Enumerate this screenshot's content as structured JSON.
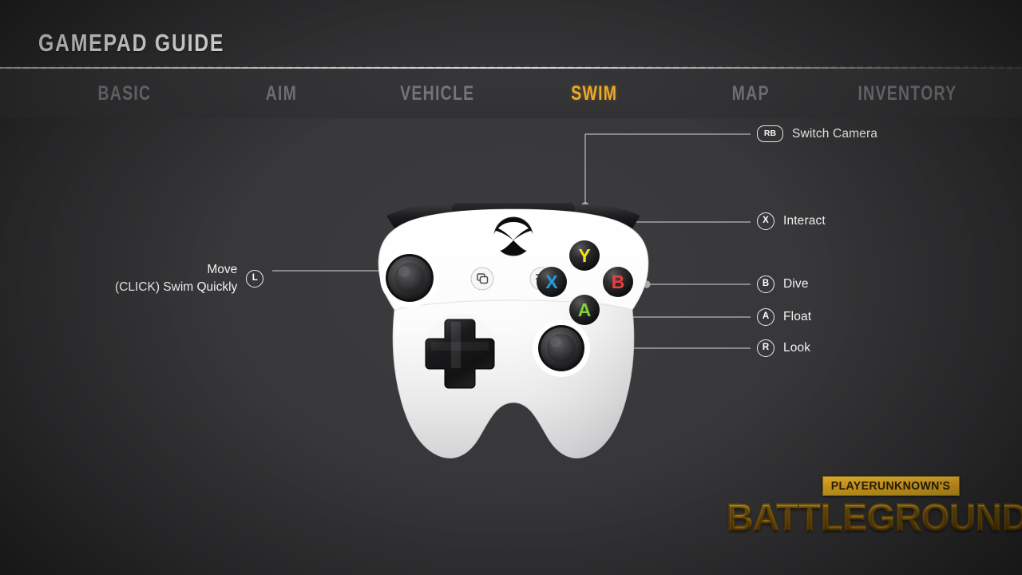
{
  "header": {
    "title": "GAMEPAD GUIDE"
  },
  "tabs": [
    {
      "id": "basic",
      "label": "BASIC",
      "active": false
    },
    {
      "id": "aim",
      "label": "AIM",
      "active": false
    },
    {
      "id": "vehicle",
      "label": "VEHICLE",
      "active": false
    },
    {
      "id": "swim",
      "label": "SWIM",
      "active": true
    },
    {
      "id": "map",
      "label": "MAP",
      "active": false
    },
    {
      "id": "inventory",
      "label": "INVENTORY",
      "active": false
    }
  ],
  "callouts": {
    "left_stick": {
      "badge": "L",
      "badge_shape": "circle",
      "line1": "Move",
      "line2": "(CLICK) Swim Quickly"
    },
    "right": [
      {
        "id": "rb",
        "badge": "RB",
        "badge_shape": "pill",
        "label": "Switch Camera"
      },
      {
        "id": "x",
        "badge": "X",
        "badge_shape": "circle",
        "label": "Interact"
      },
      {
        "id": "b",
        "badge": "B",
        "badge_shape": "circle",
        "label": "Dive"
      },
      {
        "id": "a",
        "badge": "A",
        "badge_shape": "circle",
        "label": "Float"
      },
      {
        "id": "r_stick",
        "badge": "R",
        "badge_shape": "circle",
        "label": "Look"
      }
    ]
  },
  "controller": {
    "type": "xbox-one-white",
    "face_buttons": [
      {
        "letter": "Y",
        "color": "#f4e01c"
      },
      {
        "letter": "X",
        "color": "#1f9fe0"
      },
      {
        "letter": "B",
        "color": "#f03c3c"
      },
      {
        "letter": "A",
        "color": "#7ed13a"
      }
    ],
    "guide_button": "xbox-logo",
    "view_button": "view-icon",
    "menu_button": "menu-icon"
  },
  "logo": {
    "top": "PLAYERUNKNOWN'S",
    "bottom": "BATTLEGROUNDS"
  },
  "colors": {
    "accent": "#edab28",
    "background": "#333335",
    "tab_inactive": "#76767a",
    "text": "#f2f2f2",
    "leader_line": "#b9b9b9"
  }
}
